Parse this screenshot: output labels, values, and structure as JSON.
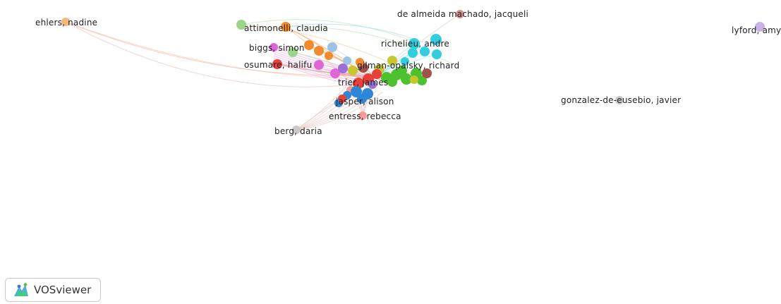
{
  "app": {
    "name": "VOSviewer"
  },
  "labels": {
    "ehlers": "ehlers, nadine",
    "attimonelli": "attimonelli, claudia",
    "de_almeida": "de almeida machado, jacqueli",
    "lyford": "lyford, amy",
    "biggs": "biggs, simon",
    "richelieu": "richelieu, andre",
    "osumare": "osumare, halifu",
    "gilman": "gilman-opalsky, richard",
    "trier": "trier, james",
    "jasper": "jasper, alison",
    "gonzalez": "gonzalez-de-eusebio, javier",
    "entress": "entress, rebecca",
    "berg": "berg, daria"
  },
  "colors": {
    "red": "#e8413b",
    "green": "#4cc22f",
    "blue": "#2e86d6",
    "yellow": "#c8c62a",
    "purple": "#9b6fd4",
    "cyan": "#33cde0",
    "orange": "#f28a2e",
    "brown": "#a0524a",
    "pink": "#e065d6",
    "salmon": "#f49c9c",
    "lightblue": "#9ec1e6",
    "lightgreen": "#9ad58a",
    "lavender": "#c8b3e6",
    "rosybrown": "#d4948c",
    "peach": "#f4b878",
    "gray": "#c9c9c9"
  }
}
